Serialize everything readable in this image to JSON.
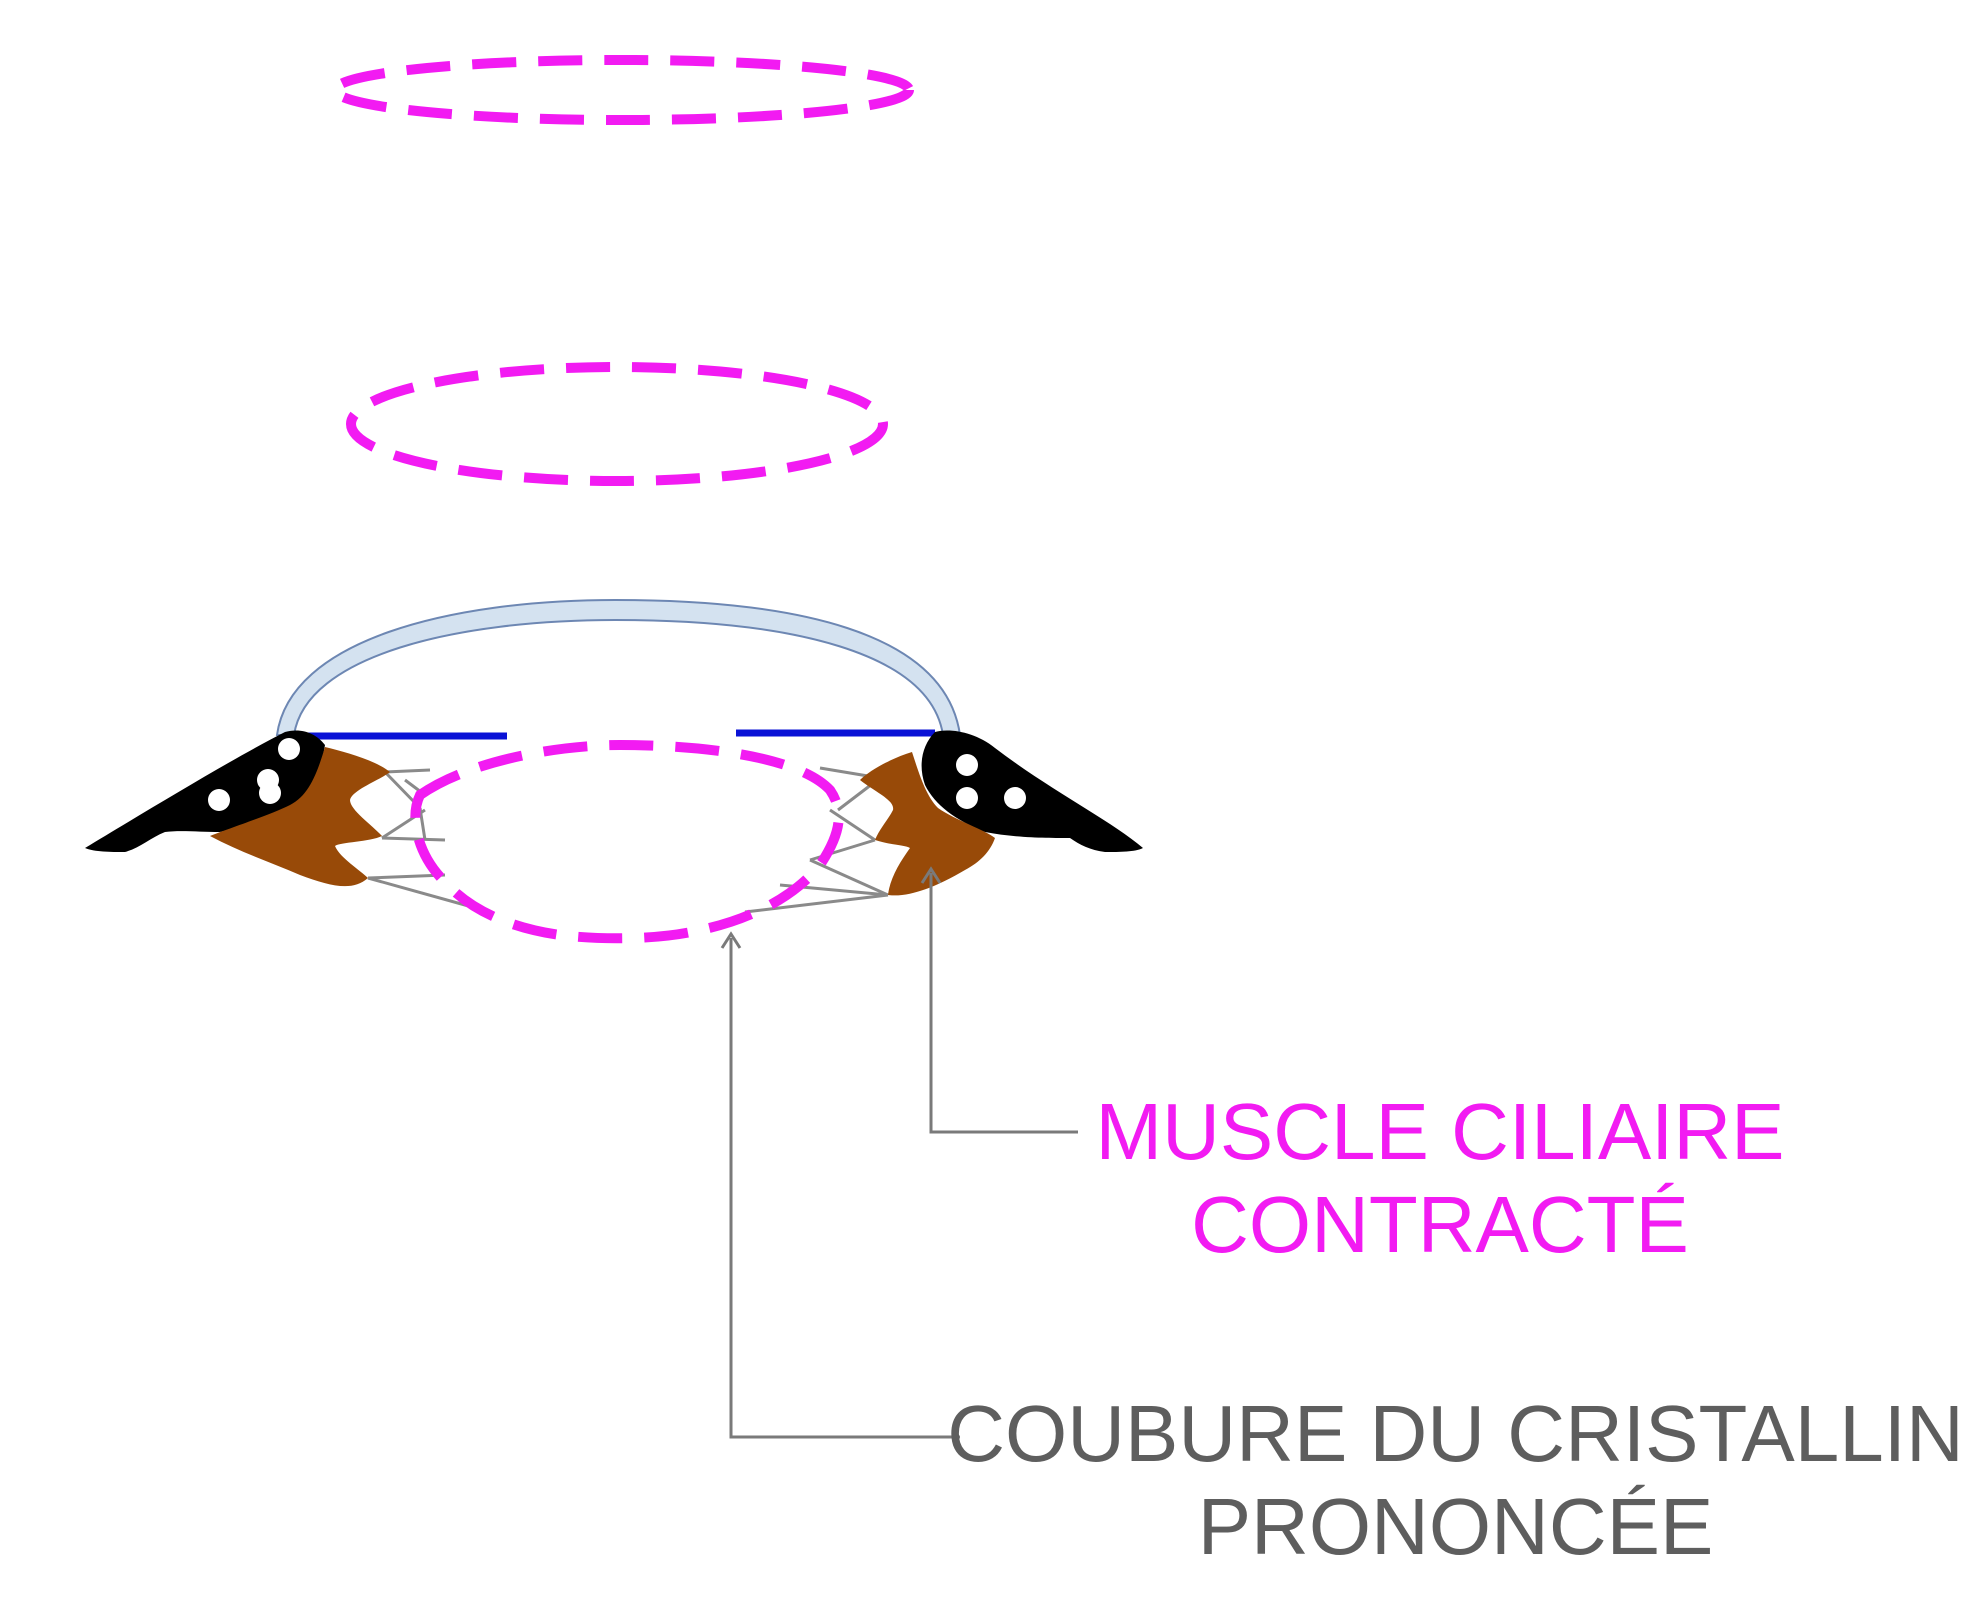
{
  "colors": {
    "accent_magenta": "#f21bf2",
    "text_gray": "#5e5e5e",
    "leader_gray": "#7a7a7a",
    "cornea_fill": "#d4e2f0",
    "cornea_stroke": "#6d87b3",
    "iris_blue": "#0a12d6",
    "sclera_black": "#000000",
    "ciliary_brown": "#984a08",
    "zonule_gray": "#8a8a8a"
  },
  "labels": {
    "muscle": {
      "line1": "MUSCLE CILIAIRE",
      "line2": "CONTRACTÉ"
    },
    "lens": {
      "line1": "COUBURE DU CRISTALLIN",
      "line2": "PRONONCÉE"
    }
  },
  "icons": {
    "upper_shape": "dashed-ellipse-outline",
    "middle_shape": "dashed-ellipse-outline",
    "lens_shape": "dashed-lens-outline",
    "eye_section": "eye-cross-section-icon"
  }
}
